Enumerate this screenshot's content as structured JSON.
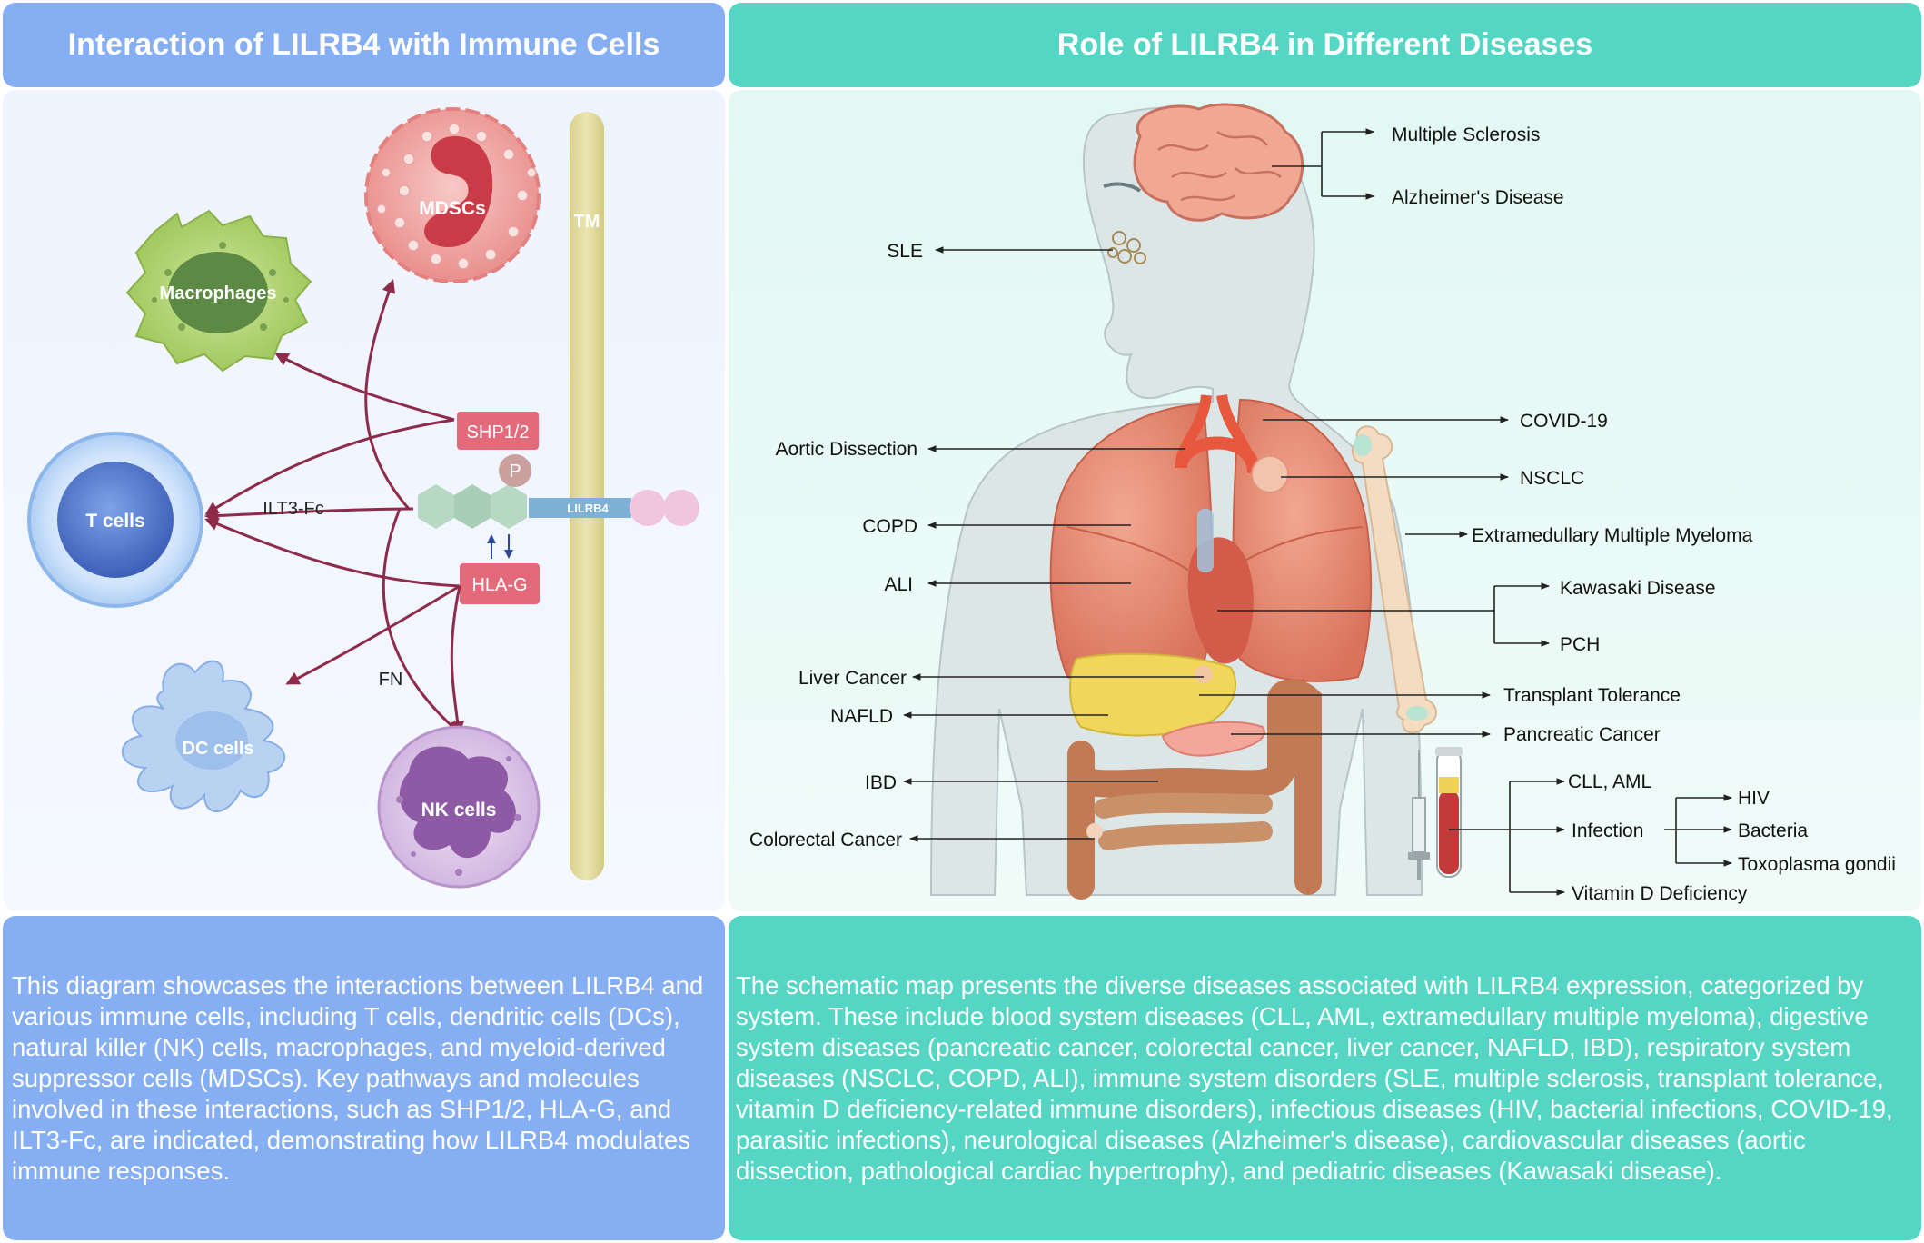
{
  "left_panel": {
    "title": "Interaction of LILRB4 with Immune Cells",
    "cells": {
      "mdscs": "MDSCs",
      "macrophages": "Macrophages",
      "t_cells": "T cells",
      "dc_cells": "DC cells",
      "nk_cells": "NK cells"
    },
    "molecules": {
      "tm": "TM",
      "shp": "SHP1/2",
      "p": "P",
      "lilrb4": "LILRB4",
      "hla_g": "HLA-G",
      "ilt3_fc": "ILT3-Fc",
      "fn": "FN"
    },
    "description": "This diagram showcases the interactions between LILRB4 and various immune cells, including T cells, dendritic cells (DCs), natural killer (NK) cells, macrophages, and myeloid-derived suppressor cells (MDSCs). Key pathways and molecules involved in these interactions, such as SHP1/2, HLA-G, and ILT3-Fc, are indicated, demonstrating how LILRB4 modulates immune responses."
  },
  "right_panel": {
    "title": "Role of LILRB4 in Different Diseases",
    "diseases": {
      "multiple_sclerosis": "Multiple Sclerosis",
      "alzheimers": "Alzheimer's Disease",
      "sle": "SLE",
      "covid": "COVID-19",
      "aortic_dissection": "Aortic Dissection",
      "nsclc": "NSCLC",
      "copd": "COPD",
      "emm": "Extramedullary Multiple Myeloma",
      "ali": "ALI",
      "kawasaki": "Kawasaki Disease",
      "pch": "PCH",
      "liver_cancer": "Liver Cancer",
      "transplant": "Transplant Tolerance",
      "nafld": "NAFLD",
      "pancreatic": "Pancreatic Cancer",
      "ibd": "IBD",
      "cll_aml": "CLL, AML",
      "infection": "Infection",
      "hiv": "HIV",
      "bacteria": "Bacteria",
      "toxoplasma": "Toxoplasma gondii",
      "colorectal": "Colorectal Cancer",
      "vitamin_d": "Vitamin D Deficiency"
    },
    "description": "The schematic map presents the diverse diseases associated with LILRB4 expression, categorized by system. These include blood system diseases (CLL, AML, extramedullary multiple myeloma), digestive system diseases (pancreatic cancer, colorectal cancer, liver cancer, NAFLD, IBD), respiratory system diseases (NSCLC, COPD, ALI), immune system disorders (SLE, multiple sclerosis, transplant tolerance, vitamin D deficiency-related immune disorders), infectious diseases (HIV, bacterial infections, COVID-19, parasitic infections), neurological diseases (Alzheimer's disease), cardiovascular diseases (aortic dissection, pathological cardiac hypertrophy), and pediatric diseases (Kawasaki disease)."
  }
}
